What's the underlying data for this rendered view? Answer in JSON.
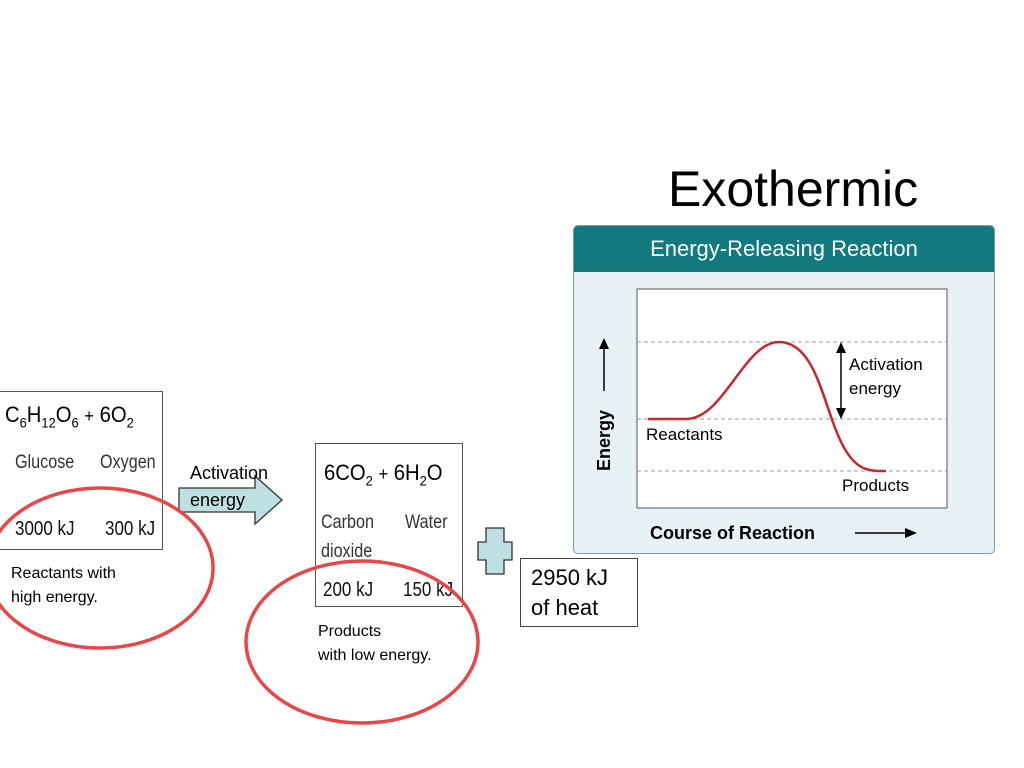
{
  "title": "Exothermic",
  "reactants_box": {
    "equation": {
      "c": "C",
      "c_n": "6",
      "h": "H",
      "h_n": "12",
      "o": "O",
      "o_n": "6",
      "plus": "+",
      "o2": "6O",
      "o2_n": "2"
    },
    "names": [
      "Glucose",
      "Oxygen"
    ],
    "energies": [
      "3000 kJ",
      "300 kJ"
    ]
  },
  "reactants_caption": [
    "Reactants with",
    "high energy."
  ],
  "activation_arrow": [
    "Activation",
    "energy"
  ],
  "products_box": {
    "equation": {
      "co2": "6CO",
      "co2_n": "2",
      "plus": "+",
      "h2o_h": "6H",
      "h2o_n": "2",
      "h2o_o": "O"
    },
    "names": [
      "Carbon",
      "Water",
      "dioxide"
    ],
    "energies": [
      "200 kJ",
      "150 kJ"
    ]
  },
  "products_caption": [
    "Products",
    "with low energy."
  ],
  "heat_box": [
    "2950 kJ",
    "of heat"
  ],
  "chart_data": {
    "type": "line",
    "title": "Energy-Releasing Reaction",
    "xlabel": "Course of Reaction",
    "ylabel": "Energy",
    "labels": {
      "reactants": "Reactants",
      "products": "Products",
      "activation": [
        "Activation",
        "energy"
      ]
    }
  },
  "colors": {
    "circle": "#e8474a",
    "panel_header": "#12797f",
    "curve": "#c6262e",
    "arrow_fill": "#bfe0e3"
  }
}
